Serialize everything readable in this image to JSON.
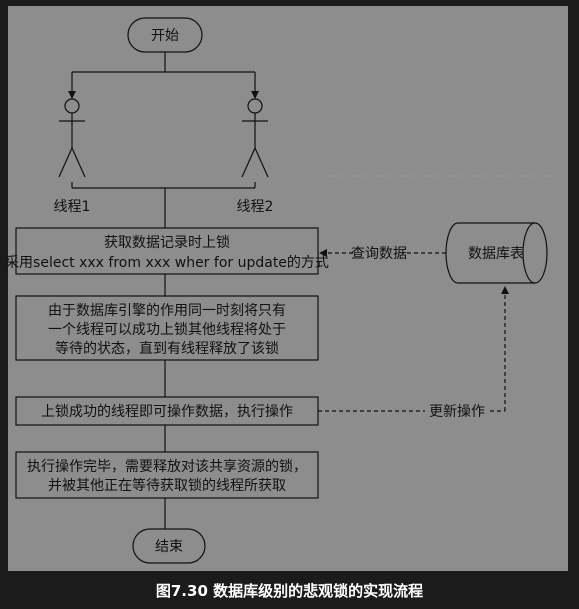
{
  "diagram": {
    "start_label": "开始",
    "thread1_label": "线程1",
    "thread2_label": "线程2",
    "step1_line1": "获取数据记录时上锁",
    "step1_line2": "采用select xxx from xxx wher for update的方式",
    "step2_line1": "由于数据库引擎的作用同一时刻将只有",
    "step2_line2": "一个线程可以成功上锁其他线程将处于",
    "step2_line3": "等待的状态，直到有线程释放了该锁",
    "step3_line1": "上锁成功的线程即可操作数据，执行操作",
    "step4_line1": "执行操作完毕，需要释放对该共享资源的锁，",
    "step4_line2": "并被其他正在等待获取锁的线程所获取",
    "end_label": "结束",
    "database_label": "数据库表",
    "query_label": "查询数据",
    "update_label": "更新操作"
  },
  "caption": "图7.30  数据库级别的悲观锁的实现流程"
}
